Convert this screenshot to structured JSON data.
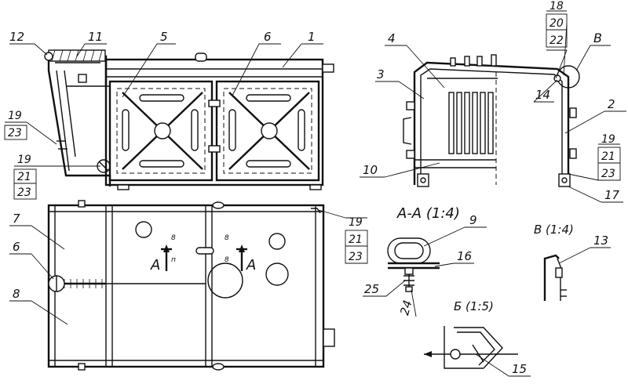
{
  "callouts": {
    "c1": "1",
    "c2": "2",
    "c3": "3",
    "c4": "4",
    "c5": "5",
    "c6": "6",
    "c6b": "6",
    "c7": "7",
    "c8": "8",
    "c9": "9",
    "c10": "10",
    "c11": "11",
    "c12": "12",
    "c13": "13",
    "c14": "14",
    "c15": "15",
    "c16": "16",
    "c17": "17",
    "c24": "24",
    "c25": "25",
    "cB": "B"
  },
  "stacks": {
    "left_upper": [
      "19",
      "23"
    ],
    "left_lower": [
      "19",
      "21",
      "23"
    ],
    "top_right": [
      "18",
      "20",
      "22"
    ],
    "right_side": [
      "19",
      "21",
      "23"
    ],
    "plan_right": [
      "19",
      "21",
      "23"
    ]
  },
  "section_titles": {
    "aa": "A-A (1:4)",
    "v": "B (1:4)",
    "b": "Б (1:5)"
  },
  "section_marks": {
    "left_letter": "A",
    "right_letter": "A",
    "left_top": "8",
    "left_side": "п",
    "right_top": "8",
    "right_side": "8"
  }
}
